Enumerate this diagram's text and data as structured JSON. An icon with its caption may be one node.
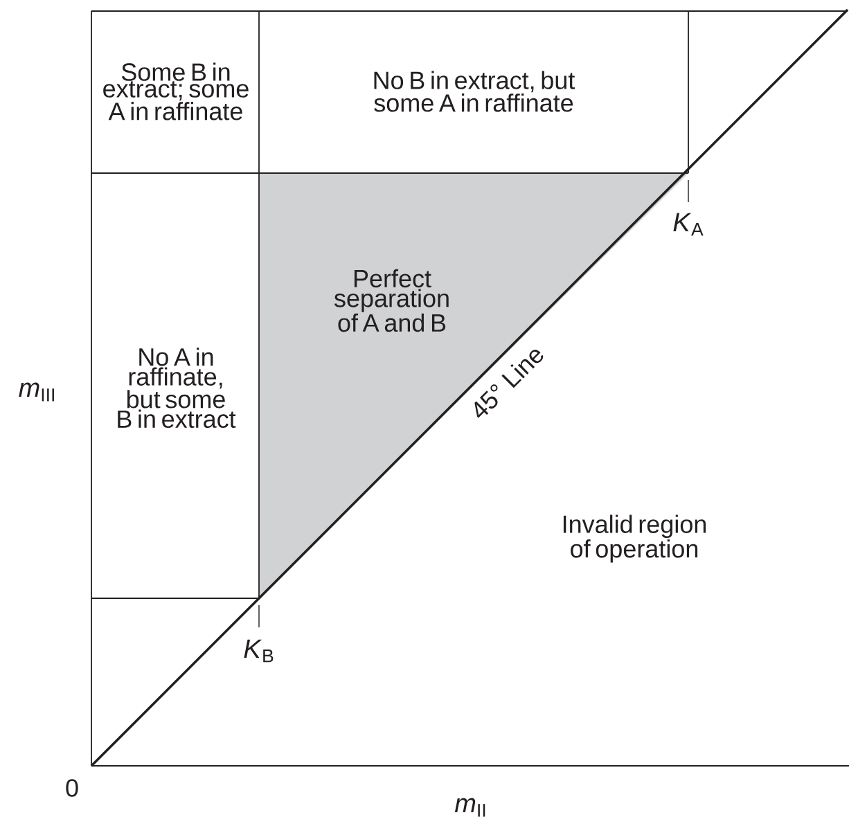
{
  "diagram": {
    "labels": [
      "Some B in extract; some A in raffinate",
      "No B in extract, but some A in raffinate",
      "Perfect separation of A and B",
      "No A in raffinate, but some B in extract",
      "Invalid region of operation",
      "45° Line",
      "*K*$_{A}$",
      "*K*$_{B}$",
      "*m*$_{III}$",
      "0",
      "*m*$_{II}$"
    ]
  }
}
